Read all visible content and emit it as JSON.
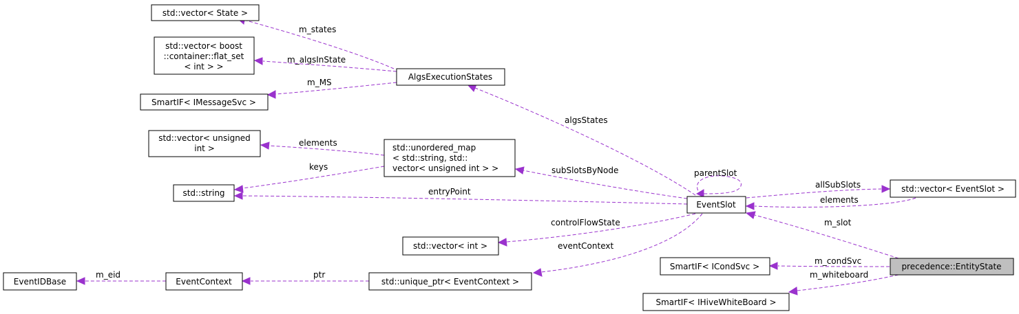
{
  "nodes": {
    "vec_state": {
      "lines": [
        "std::vector< State >"
      ]
    },
    "vec_flatset": {
      "lines": [
        "std::vector< boost",
        "::container::flat_set",
        "< int > >"
      ]
    },
    "smartif_msg": {
      "lines": [
        "SmartIF< IMessageSvc >"
      ]
    },
    "algs_exec": {
      "lines": [
        "AlgsExecutionStates"
      ]
    },
    "vec_uint": {
      "lines": [
        "std::vector< unsigned",
        "int >"
      ]
    },
    "umap": {
      "lines": [
        "std::unordered_map",
        "< std::string, std::",
        "vector< unsigned int > >"
      ]
    },
    "string": {
      "lines": [
        "std::string"
      ]
    },
    "event_slot": {
      "lines": [
        "EventSlot"
      ]
    },
    "vec_eventslot": {
      "lines": [
        "std::vector< EventSlot >"
      ]
    },
    "vec_int": {
      "lines": [
        "std::vector< int >"
      ]
    },
    "smartif_cond": {
      "lines": [
        "SmartIF< ICondSvc >"
      ]
    },
    "entity_state": {
      "lines": [
        "precedence::EntityState"
      ]
    },
    "eventid": {
      "lines": [
        "EventIDBase"
      ]
    },
    "event_context": {
      "lines": [
        "EventContext"
      ]
    },
    "uptr_ctx": {
      "lines": [
        "std::unique_ptr< EventContext >"
      ]
    },
    "smartif_hive": {
      "lines": [
        "SmartIF< IHiveWhiteBoard >"
      ]
    }
  },
  "edges": {
    "m_states": "m_states",
    "m_algsInState": "m_algsInState",
    "m_MS": "m_MS",
    "algsStates": "algsStates",
    "elements_uint": "elements",
    "keys": "keys",
    "subSlotsByNode": "subSlotsByNode",
    "entryPoint": "entryPoint",
    "parentSlot": "parentSlot",
    "allSubSlots": "allSubSlots",
    "elements_slot": "elements",
    "controlFlowState": "controlFlowState",
    "eventContext": "eventContext",
    "m_slot": "m_slot",
    "m_condSvc": "m_condSvc",
    "m_whiteboard": "m_whiteboard",
    "m_eid": "m_eid",
    "ptr": "ptr"
  },
  "colors": {
    "edge": "#9a32cd",
    "highlight_fill": "#bfbfbf",
    "node_border": "#000000"
  }
}
